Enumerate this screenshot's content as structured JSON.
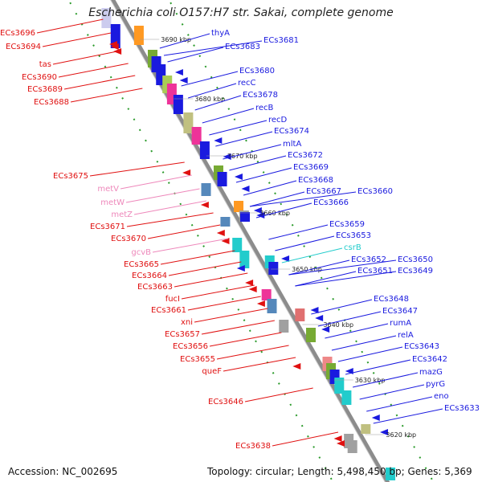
{
  "title": "Escherichia coli O157:H7 str. Sakai, complete genome",
  "footer": {
    "accession": "Accession: NC_002695",
    "topology": "Topology: circular; Length: 5,498,450 bp; Genes: 5,369"
  },
  "colors": {
    "backbone": "#8c8c8c",
    "right_labels": "#1a1adf",
    "left_labels": "#e01010",
    "rna_labels_pink": "#ee88bb",
    "rna_labels_cyan": "#22cccc",
    "dots": "#2a9a2a"
  },
  "scale_ticks": [
    "3690 kbp",
    "3680 kbp",
    "3670 kbp",
    "3660 kbp",
    "3650 kbp",
    "3640 kbp",
    "3630 kbp",
    "3620 kbp"
  ],
  "right_labels": [
    {
      "text": "thyA",
      "kind": "cds"
    },
    {
      "text": "ECs3683",
      "kind": "cds"
    },
    {
      "text": "ECs3681",
      "kind": "cds"
    },
    {
      "text": "ECs3680",
      "kind": "cds"
    },
    {
      "text": "recC",
      "kind": "cds"
    },
    {
      "text": "ECs3678",
      "kind": "cds"
    },
    {
      "text": "recB",
      "kind": "cds"
    },
    {
      "text": "recD",
      "kind": "cds"
    },
    {
      "text": "ECs3674",
      "kind": "cds"
    },
    {
      "text": "mltA",
      "kind": "cds"
    },
    {
      "text": "ECs3672",
      "kind": "cds"
    },
    {
      "text": "ECs3669",
      "kind": "cds"
    },
    {
      "text": "ECs3668",
      "kind": "cds"
    },
    {
      "text": "ECs3667",
      "kind": "cds"
    },
    {
      "text": "ECs3660",
      "kind": "cds"
    },
    {
      "text": "ECs3666",
      "kind": "cds"
    },
    {
      "text": "ECs3659",
      "kind": "cds"
    },
    {
      "text": "ECs3653",
      "kind": "cds"
    },
    {
      "text": "csrB",
      "kind": "rna"
    },
    {
      "text": "ECs3652",
      "kind": "cds"
    },
    {
      "text": "ECs3650",
      "kind": "cds"
    },
    {
      "text": "ECs3651",
      "kind": "cds"
    },
    {
      "text": "ECs3649",
      "kind": "cds"
    },
    {
      "text": "ECs3648",
      "kind": "cds"
    },
    {
      "text": "ECs3647",
      "kind": "cds"
    },
    {
      "text": "rumA",
      "kind": "cds"
    },
    {
      "text": "relA",
      "kind": "cds"
    },
    {
      "text": "ECs3643",
      "kind": "cds"
    },
    {
      "text": "ECs3642",
      "kind": "cds"
    },
    {
      "text": "mazG",
      "kind": "cds"
    },
    {
      "text": "pyrG",
      "kind": "cds"
    },
    {
      "text": "eno",
      "kind": "cds"
    },
    {
      "text": "ECs3633",
      "kind": "cds"
    }
  ],
  "left_labels": [
    {
      "text": "ECs3696",
      "kind": "cds"
    },
    {
      "text": "ECs3694",
      "kind": "cds"
    },
    {
      "text": "tas",
      "kind": "cds"
    },
    {
      "text": "ECs3690",
      "kind": "cds"
    },
    {
      "text": "ECs3689",
      "kind": "cds"
    },
    {
      "text": "ECs3688",
      "kind": "cds"
    },
    {
      "text": "ECs3675",
      "kind": "cds"
    },
    {
      "text": "metV",
      "kind": "rna"
    },
    {
      "text": "metW",
      "kind": "rna"
    },
    {
      "text": "metZ",
      "kind": "rna"
    },
    {
      "text": "ECs3671",
      "kind": "cds"
    },
    {
      "text": "ECs3670",
      "kind": "cds"
    },
    {
      "text": "gcvB",
      "kind": "rna"
    },
    {
      "text": "ECs3665",
      "kind": "cds"
    },
    {
      "text": "ECs3664",
      "kind": "cds"
    },
    {
      "text": "ECs3663",
      "kind": "cds"
    },
    {
      "text": "fucI",
      "kind": "cds"
    },
    {
      "text": "ECs3661",
      "kind": "cds"
    },
    {
      "text": "xni",
      "kind": "cds"
    },
    {
      "text": "ECs3657",
      "kind": "cds"
    },
    {
      "text": "ECs3656",
      "kind": "cds"
    },
    {
      "text": "ECs3655",
      "kind": "cds"
    },
    {
      "text": "queF",
      "kind": "cds"
    },
    {
      "text": "ECs3646",
      "kind": "cds"
    },
    {
      "text": "ECs3638",
      "kind": "cds"
    }
  ]
}
